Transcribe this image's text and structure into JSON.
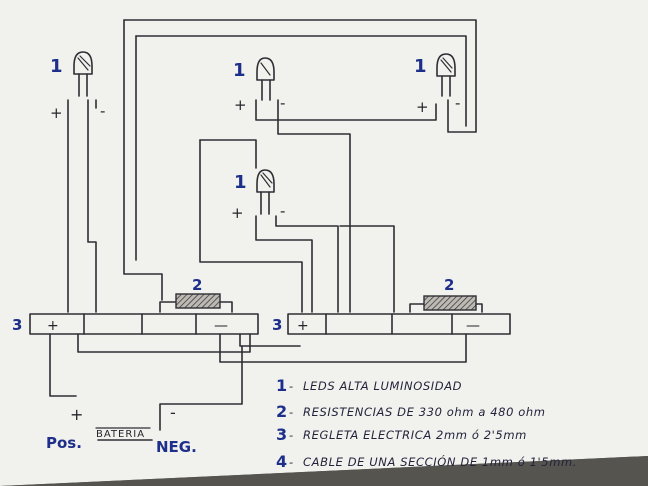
{
  "diagram": {
    "led_number": "1",
    "resistor_number": "2",
    "terminal_number": "3",
    "plus_sign": "+",
    "minus_sign": "-",
    "terminal_plus": "+",
    "terminal_minus": "—",
    "battery_label": "BATERIA",
    "pos_label": "Pos.",
    "neg_label": "NEG."
  },
  "legend": {
    "items": [
      {
        "num": "1",
        "dash": "-",
        "text": "LEDS ALTA LUMINOSIDAD"
      },
      {
        "num": "2",
        "dash": "-",
        "text": "RESISTENCIAS DE 330 ohm a 480 ohm"
      },
      {
        "num": "3",
        "dash": "-",
        "text": "REGLETA ELECTRICA 2mm ó 2'5mm"
      },
      {
        "num": "4",
        "dash": "-",
        "text": "CABLE DE UNA SECCIÓN DE 1mm ó 1'5mm."
      }
    ]
  },
  "colors": {
    "paper": "#f1f1ee",
    "ink": "#2f2d33",
    "blue_ink": "#1d2f8a"
  }
}
